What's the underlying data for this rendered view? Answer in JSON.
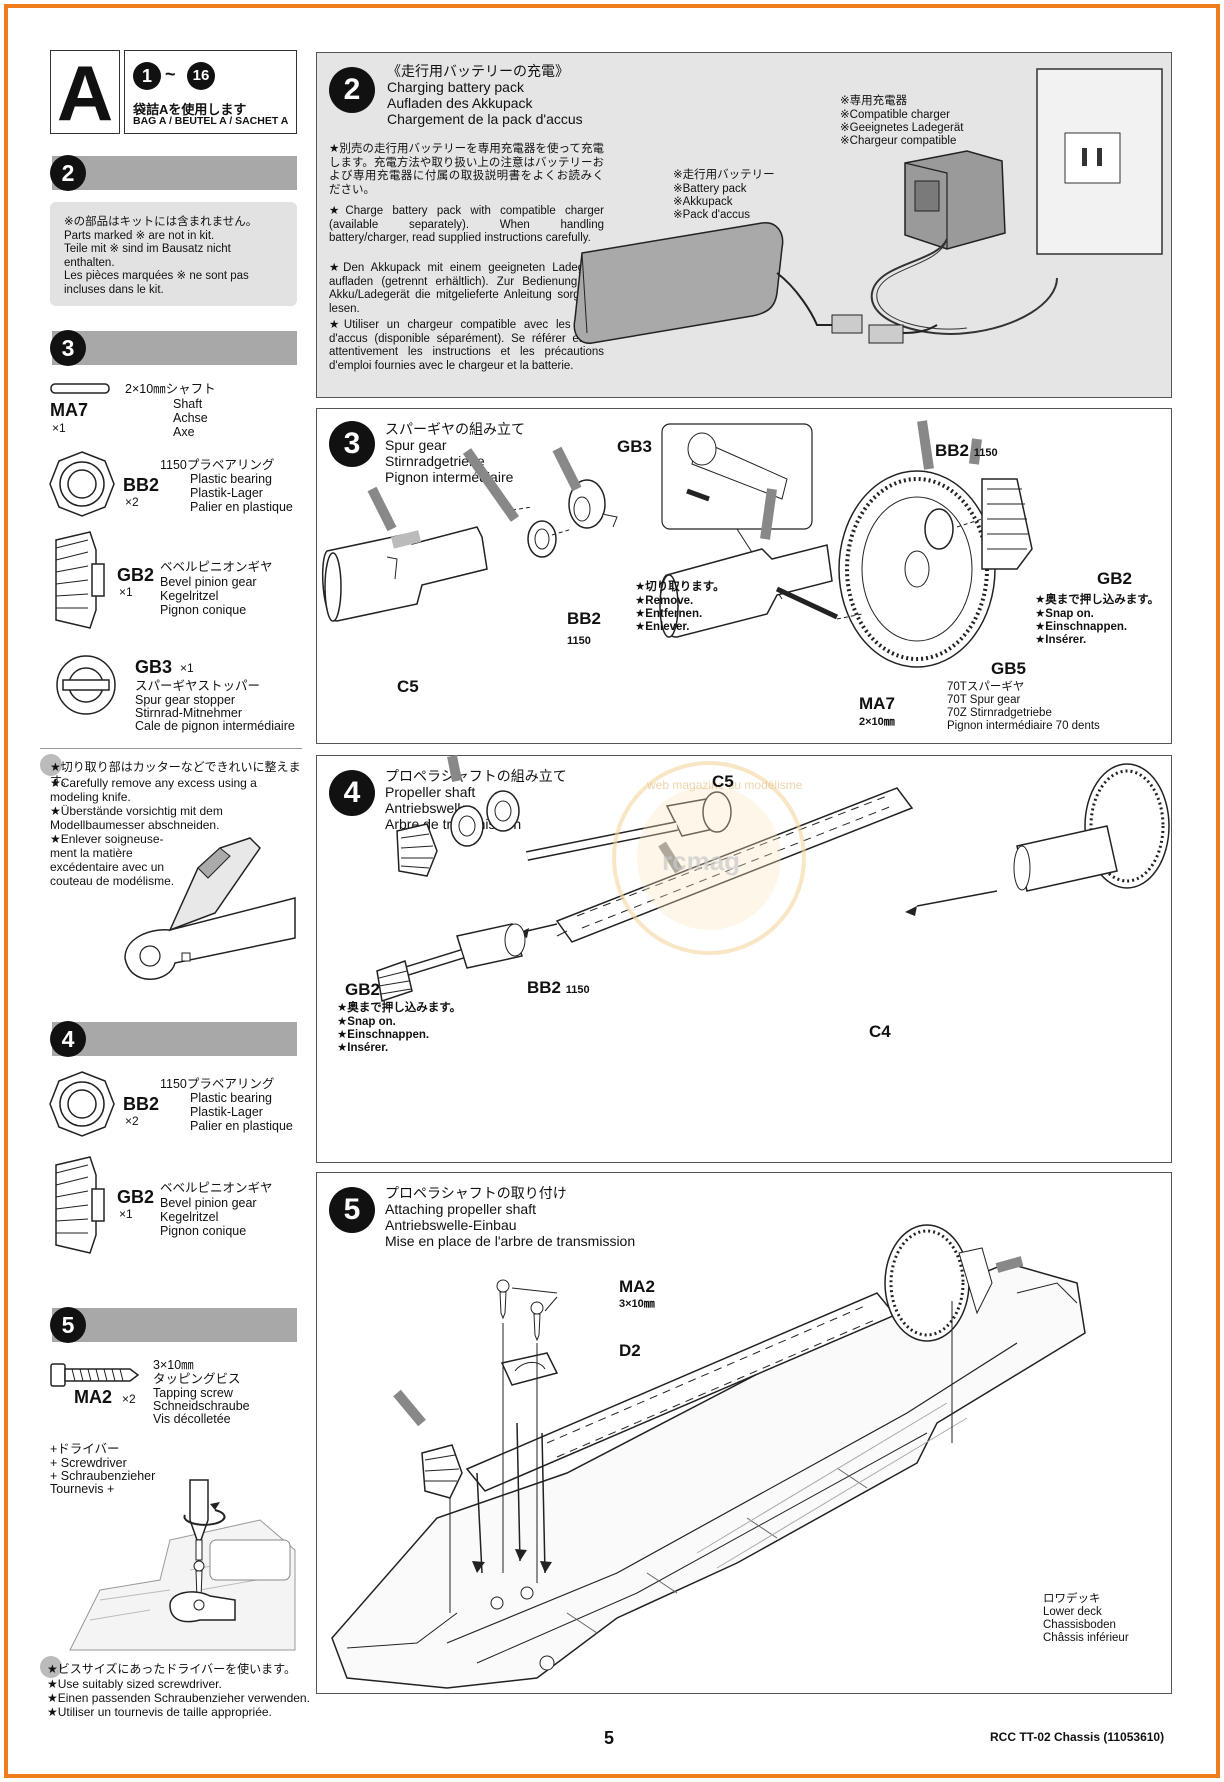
{
  "bag": {
    "letter": "A",
    "range_from": "1",
    "range_sep": "~",
    "range_to": "16",
    "use_jp": "袋詰Aを使用します",
    "use_en": "BAG A / BEUTEL A / SACHET A"
  },
  "left": {
    "s2": {
      "num": "2",
      "note": [
        "※の部品はキットには含まれません。",
        "Parts marked ※ are not in kit.",
        "Teile mit ※ sind im Bausatz nicht enthalten.",
        "Les pièces marquées ※ ne sont pas incluses dans le kit."
      ]
    },
    "s3": {
      "num": "3",
      "ma7": {
        "code": "MA7",
        "qty": "×1",
        "jp": "2×10㎜シャフト",
        "l1": "Shaft",
        "l2": "Achse",
        "l3": "Axe"
      },
      "bb2": {
        "code": "BB2",
        "qty": "×2",
        "jp": "1150プラベアリング",
        "l1": "Plastic bearing",
        "l2": "Plastik-Lager",
        "l3": "Palier en plastique"
      },
      "gb2": {
        "code": "GB2",
        "qty": "×1",
        "jp": "ベベルピニオンギヤ",
        "l1": "Bevel pinion gear",
        "l2": "Kegelritzel",
        "l3": "Pignon conique"
      },
      "gb3": {
        "code": "GB3",
        "qty": "×1",
        "jp": "スパーギヤストッパー",
        "l1": "Spur gear stopper",
        "l2": "Stirnrad-Mitnehmer",
        "l3": "Cale de pignon intermédiaire"
      }
    },
    "knife": [
      "★切り取り部はカッターなどできれいに整えます。",
      "★Carefully remove any excess using a modeling knife.",
      "★Überstände vorsichtig mit dem Modellbaumesser abschneiden.",
      "★Enlever soigneuse-ment la matière excédentaire avec un couteau de modélisme."
    ],
    "s4": {
      "num": "4",
      "bb2": {
        "code": "BB2",
        "qty": "×2",
        "jp": "1150プラベアリング",
        "l1": "Plastic bearing",
        "l2": "Plastik-Lager",
        "l3": "Palier en plastique"
      },
      "gb2": {
        "code": "GB2",
        "qty": "×1",
        "jp": "ベベルピニオンギヤ",
        "l1": "Bevel pinion gear",
        "l2": "Kegelritzel",
        "l3": "Pignon conique"
      }
    },
    "s5": {
      "num": "5",
      "ma2": {
        "code": "MA2",
        "qty": "×2",
        "jp1": "3×10㎜",
        "jp2": "タッピングビス",
        "l1": "Tapping screw",
        "l2": "Schneidschraube",
        "l3": "Vis décolletée"
      },
      "driver": [
        "+ドライバー",
        "+ Screwdriver",
        "+ Schraubenzieher",
        "Tournevis +"
      ],
      "screwdriver_note": [
        "★ビスサイズにあったドライバーを使います。",
        "★Use suitably sized screwdriver.",
        "★Einen passenden Schraubenzieher verwenden.",
        "★Utiliser un tournevis de taille appropriée."
      ]
    }
  },
  "step2": {
    "num": "2",
    "title_jp": "《走行用バッテリーの充電》",
    "title_en": "Charging battery pack",
    "title_de": "Aufladen des Akkupack",
    "title_fr": "Chargement de la pack d'accus",
    "body": [
      "★別売の走行用バッテリーを専用充電器を使って充電します。充電方法や取り扱い上の注意はバッテリーおよび専用充電器に付属の取扱説明書をよくお読みください。",
      "★Charge battery pack with compatible charger (available separately). When handling battery/charger, read supplied instructions carefully.",
      "★Den Akkupack mit einem geeigneten Ladegerät aufladen (getrennt erhältlich). Zur Bedienung von Akku/Ladegerät die mitgelieferte Anleitung sorgfältig lesen.",
      "★Utiliser un chargeur compatible avec les Pack d'accus (disponible séparément). Se référer et lire attentivement les instructions et les précautions d'emploi fournies avec le chargeur et la batterie."
    ],
    "battery": [
      "※走行用バッテリー",
      "※Battery pack",
      "※Akkupack",
      "※Pack d'accus"
    ],
    "charger": [
      "※専用充電器",
      "※Compatible charger",
      "※Geeignetes Ladegerät",
      "※Chargeur compatible"
    ]
  },
  "step3": {
    "num": "3",
    "title_jp": "スパーギヤの組み立て",
    "title_en": "Spur gear",
    "title_de": "Stirnradgetriebe",
    "title_fr": "Pignon intermédiaire",
    "labels": {
      "gb3": "GB3",
      "bb2_a": "BB2",
      "bb2_a_sub": "1150",
      "c5": "C5",
      "bb2_b": "BB2",
      "bb2_b_sub": "1150",
      "gb2": "GB2",
      "gb5": "GB5",
      "ma7": "MA7",
      "ma7_sub": "2×10㎜"
    },
    "remove": [
      "★切り取ります。",
      "★Remove.",
      "★Entfernen.",
      "★Enlever."
    ],
    "snap": [
      "★奥まで押し込みます。",
      "★Snap on.",
      "★Einschnappen.",
      "★Insérer."
    ],
    "gb5_desc": [
      "70Tスパーギヤ",
      "70T Spur gear",
      "70Z Stirnradgetriebe",
      "Pignon intermédiaire 70 dents"
    ]
  },
  "step4": {
    "num": "4",
    "title_jp": "プロペラシャフトの組み立て",
    "title_en": "Propeller shaft",
    "title_de": "Antriebswelle",
    "title_fr": "Arbre de transmission",
    "labels": {
      "c5": "C5",
      "gb2": "GB2",
      "bb2": "BB2",
      "bb2_sub": "1150",
      "c4": "C4"
    },
    "snap": [
      "★奥まで押し込みます。",
      "★Snap on.",
      "★Einschnappen.",
      "★Insérer."
    ]
  },
  "step5": {
    "num": "5",
    "title_jp": "プロペラシャフトの取り付け",
    "title_en": "Attaching propeller shaft",
    "title_de": "Antriebswelle-Einbau",
    "title_fr": "Mise en place de l'arbre de transmission",
    "labels": {
      "ma2": "MA2",
      "ma2_sub": "3×10㎜",
      "d2": "D2"
    },
    "lower_deck": [
      "ロワデッキ",
      "Lower deck",
      "Chassisboden",
      "Châssis inférieur"
    ]
  },
  "footer": {
    "page": "5",
    "model": "RCC TT-02 Chassis (11053610)"
  },
  "watermark": {
    "text": "rcmag",
    "ring": "web magazine du modélisme"
  }
}
